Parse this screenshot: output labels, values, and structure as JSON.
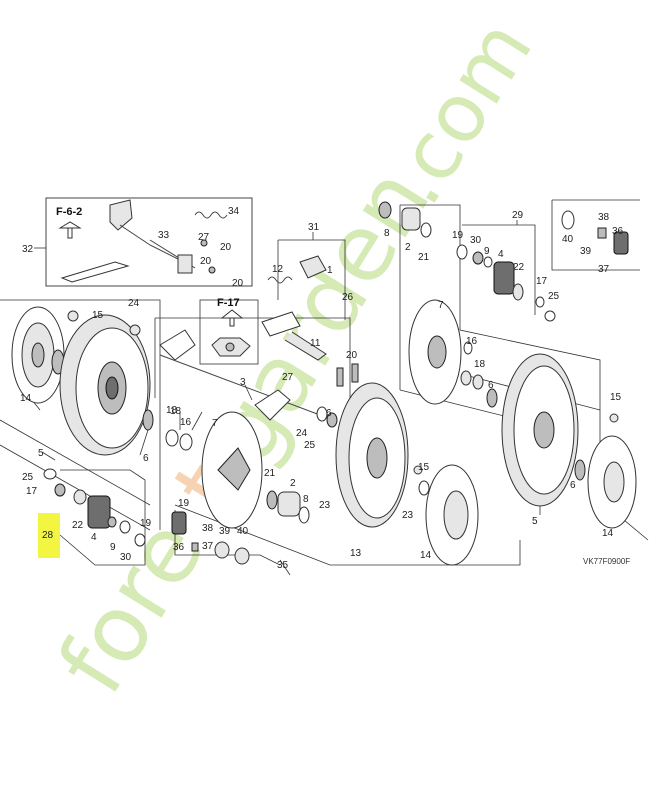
{
  "diagram": {
    "doc_code": "VK77F0900F",
    "highlight_color": "#f2f542",
    "frame_refs": [
      "F-6-2",
      "F-17"
    ],
    "callouts": [
      "1",
      "2",
      "3",
      "4",
      "5",
      "6",
      "7",
      "8",
      "9",
      "11",
      "12",
      "13",
      "14",
      "15",
      "16",
      "17",
      "18",
      "19",
      "20",
      "21",
      "22",
      "23",
      "24",
      "25",
      "26",
      "27",
      "28",
      "29",
      "30",
      "31",
      "32",
      "33",
      "34",
      "35",
      "36",
      "37",
      "38",
      "39",
      "40"
    ],
    "highlighted_callout": "28"
  },
  "watermark": {
    "text_upper": "fore",
    "text_accent": "t",
    "text_rest": "garden",
    "text_domain": ".com",
    "color": "#c7e39c",
    "accent_color": "#f3c69a"
  }
}
